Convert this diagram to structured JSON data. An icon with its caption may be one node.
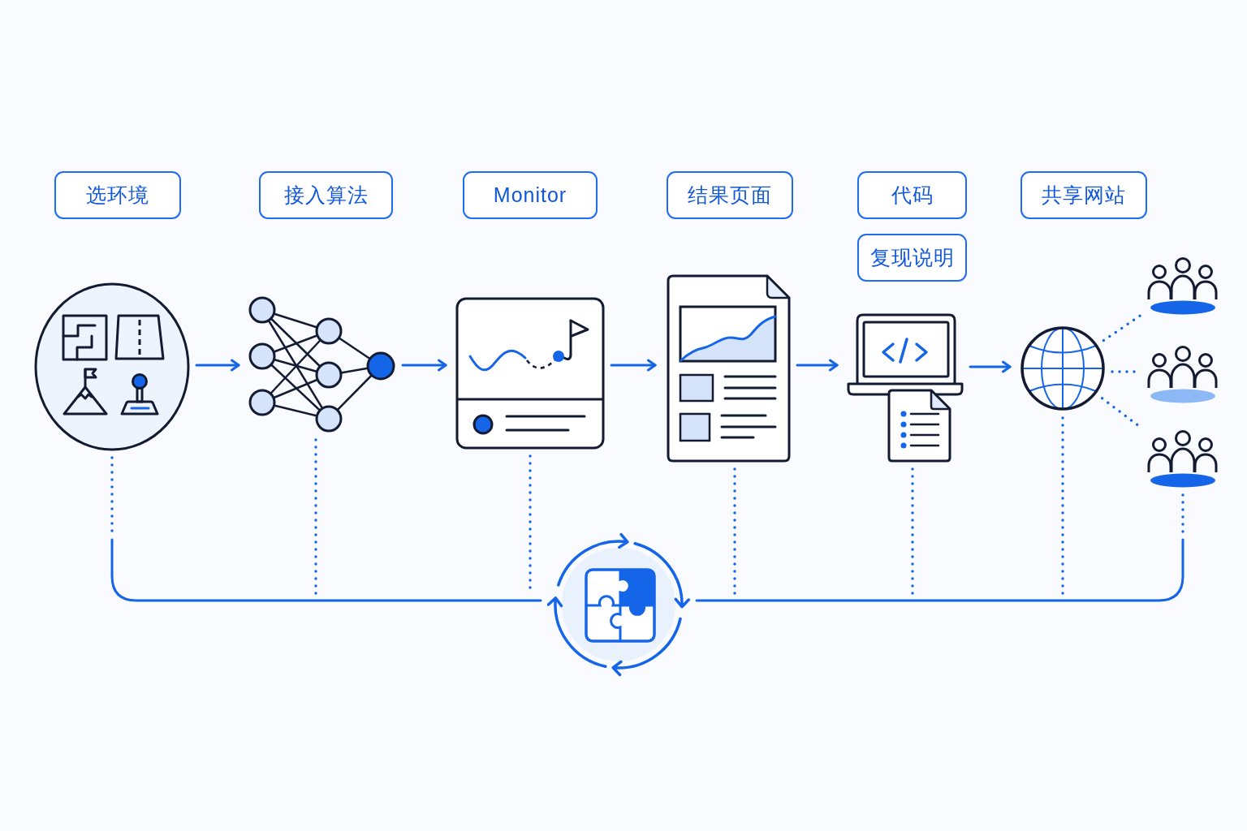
{
  "diagram": {
    "nodes": [
      {
        "text": [
          "选环境"
        ]
      },
      {
        "text": [
          "接入算法"
        ]
      },
      {
        "text": [
          "Monitor"
        ]
      },
      {
        "text": [
          "结果页面"
        ]
      },
      {
        "text": [
          "代码"
        ]
      },
      {
        "text": [
          "共享网站"
        ]
      },
      {
        "text": [
          "复现说明"
        ]
      },
      {
        "text": [],
        "shape": "picture"
      },
      {
        "text": [],
        "shape": "picture"
      },
      {
        "text": [],
        "shape": "picture"
      },
      {
        "text": [],
        "shape": "picture"
      },
      {
        "text": [],
        "shape": "picture"
      },
      {
        "text": [],
        "shape": "picture"
      },
      {
        "text": [],
        "shape": "person"
      },
      {
        "text": [],
        "shape": "person"
      },
      {
        "text": [],
        "shape": "person"
      },
      {
        "text": [],
        "shape": "picture"
      }
    ],
    "edges": [
      {
        "from": 7,
        "to": 8,
        "arrow": "to"
      },
      {
        "from": 8,
        "to": 9,
        "arrow": "to"
      },
      {
        "from": 9,
        "to": 10,
        "arrow": "to"
      },
      {
        "from": 10,
        "to": 11,
        "arrow": "to"
      },
      {
        "from": 11,
        "to": 12,
        "arrow": "to"
      },
      {
        "from": 12,
        "to": 13,
        "arrow": "none",
        "style": "dashed"
      },
      {
        "from": 12,
        "to": 14,
        "arrow": "none",
        "style": "dashed"
      },
      {
        "from": 12,
        "to": 15,
        "arrow": "none",
        "style": "dashed"
      },
      {
        "from": 7,
        "to": null,
        "arrow": "none",
        "style": "dashed"
      },
      {
        "from": 8,
        "to": null,
        "arrow": "none",
        "style": "dashed"
      },
      {
        "from": 9,
        "to": null,
        "arrow": "none",
        "style": "dashed"
      },
      {
        "from": 10,
        "to": null,
        "arrow": "none",
        "style": "dashed"
      },
      {
        "from": 11,
        "to": null,
        "arrow": "none",
        "style": "dashed"
      },
      {
        "from": 12,
        "to": null,
        "arrow": "none",
        "style": "dashed"
      },
      {
        "from": 15,
        "to": null,
        "arrow": "none",
        "style": "dashed"
      },
      {
        "from": null,
        "to": 16,
        "arrow": "none"
      },
      {
        "from": null,
        "to": 16,
        "arrow": "none"
      }
    ]
  }
}
